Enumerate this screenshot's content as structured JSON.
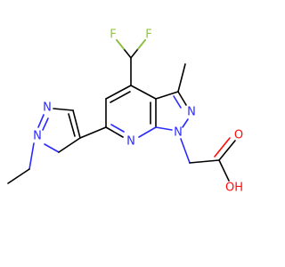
{
  "molecule": {
    "colors": {
      "carbon_bond": "#000000",
      "nitrogen": "#2a2aff",
      "oxygen": "#ff0d0d",
      "fluorine": "#91c935"
    },
    "atoms": {
      "F1": "F",
      "F2": "F",
      "N_pyrazole_fused_2": "N",
      "N_pyrazole_fused_1": "N",
      "N_pyridine": "N",
      "N_pyrazole_sub_2": "N",
      "N_pyrazole_sub_1": "N",
      "O_carbonyl": "O",
      "OH_hydroxyl": "OH"
    }
  }
}
